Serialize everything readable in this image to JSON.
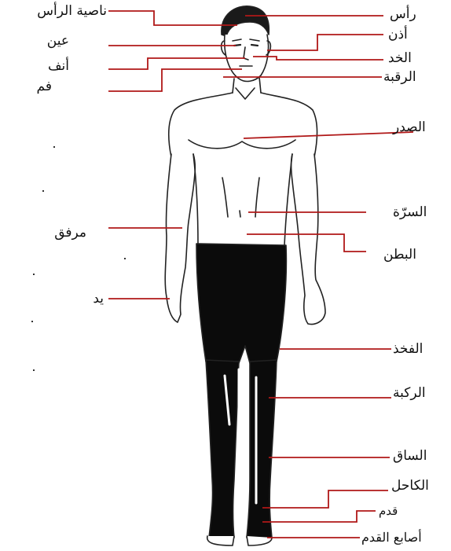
{
  "colors": {
    "leader": "#b01818",
    "skin_outline": "#222222",
    "shorts": "#0b0b0b",
    "text": "#111111"
  },
  "labels": {
    "head": "رأس",
    "forehead": "ناصية الرأس",
    "ear": "أذن",
    "eye": "عين",
    "cheek": "الخد",
    "nose": "أنف",
    "neck": "الرقبة",
    "mouth": "فم",
    "chest": "الصدر",
    "navel": "السرّة",
    "elbow": "مرفق",
    "abdomen": "البطن",
    "hand": "يد",
    "thigh": "الفخذ",
    "knee": "الركبة",
    "shin": "الساق",
    "ankle": "الكاحل",
    "foot": "قدم",
    "toes": "أصابع القدم"
  }
}
